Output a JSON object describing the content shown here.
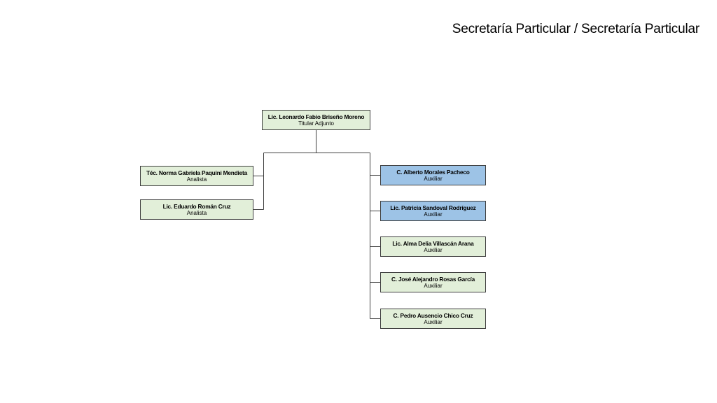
{
  "page": {
    "title": "Secretaría Particular / Secretaría Particular"
  },
  "org": {
    "top": {
      "name": "Lic. Leonardo Fabio Briseño Moreno",
      "role": "Titular Adjunto"
    },
    "left": [
      {
        "name": "Téc. Norma Gabriela Paquini Mendieta",
        "role": "Analista"
      },
      {
        "name": "Lic. Eduardo Román Cruz",
        "role": "Analista"
      }
    ],
    "right": [
      {
        "name": "C. Alberto Morales Pacheco",
        "role": "Auxiliar",
        "color": "#9dc3e6"
      },
      {
        "name": "Lic. Patricia Sandoval Rodríguez",
        "role": "Auxiliar",
        "color": "#9dc3e6"
      },
      {
        "name": "Lic. Alma Delia Villascán Arana",
        "role": "Auxiliar",
        "color": "#e2efd9"
      },
      {
        "name": "C. José Alejandro Rosas García",
        "role": "Auxiliar",
        "color": "#e2efd9"
      },
      {
        "name": "C. Pedro Ausencio Chico Cruz",
        "role": "Auxiliar",
        "color": "#e2efd9"
      }
    ]
  }
}
